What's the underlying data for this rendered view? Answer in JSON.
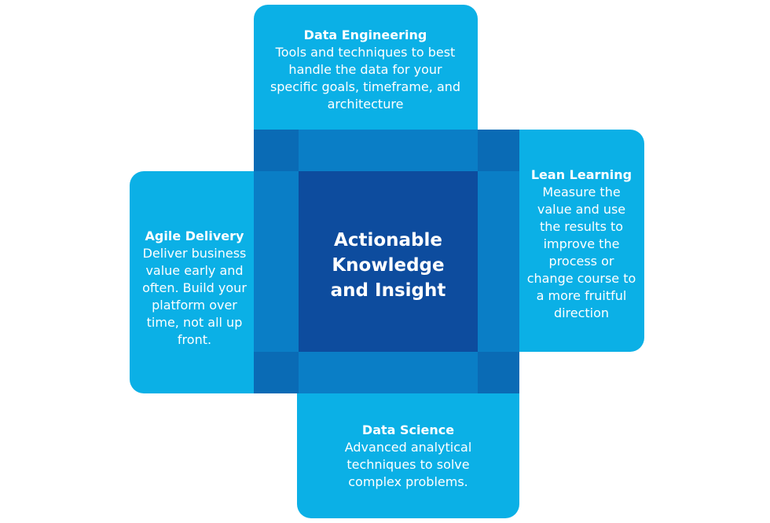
{
  "center": {
    "line1": "Actionable",
    "line2": "Knowledge",
    "line3": "and Insight"
  },
  "top": {
    "title": "Data Engineering",
    "desc": [
      "Tools and techniques to best",
      "handle the data for your",
      "specific goals, timeframe, and",
      "architecture"
    ]
  },
  "left": {
    "title": "Agile Delivery",
    "desc": [
      "Deliver business",
      "value early and",
      "often. Build your",
      "platform over",
      "time, not all up",
      "front."
    ]
  },
  "right": {
    "title": "Lean Learning",
    "desc": [
      "Measure the",
      "value and use",
      "the results to",
      "improve the",
      "process or",
      "change course to",
      "a more fruitful",
      "direction"
    ]
  },
  "bottom": {
    "title": "Data Science",
    "desc": [
      "Advanced analytical",
      "techniques to solve",
      "complex problems."
    ]
  },
  "colors": {
    "outer": "#0bb0e6",
    "overlap": "#0a7ec6",
    "core": "#0d4c9e",
    "text": "#ffffff"
  }
}
